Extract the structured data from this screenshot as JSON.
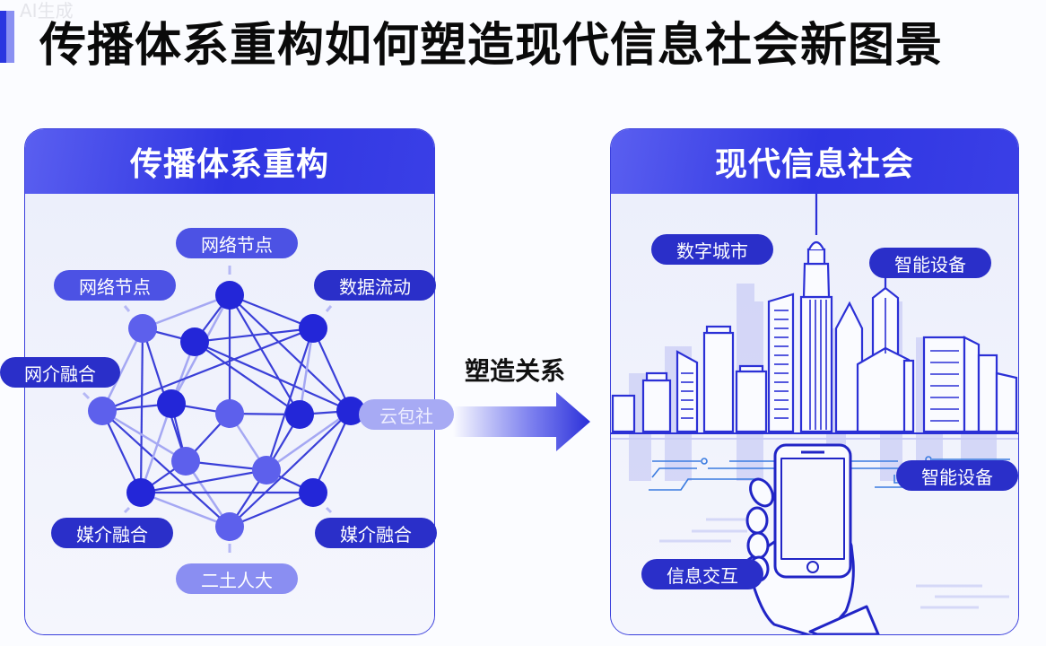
{
  "watermark": "AI生成",
  "title": "传播体系重构如何塑造现代信息社会新图景",
  "colors": {
    "accent": "#2f35e2",
    "dark_node": "#2326d8",
    "light_node": "#5d60ec",
    "line": "#3a3fd8"
  },
  "left_panel": {
    "header": "传播体系重构",
    "labels": {
      "top": "网络节点",
      "upper_left": "网络节点",
      "upper_right": "数据流动",
      "left": "网介融合",
      "right": "云包社",
      "lower_left": "媒介融合",
      "lower_right": "媒介融合",
      "bottom": "二土人大"
    }
  },
  "connector": {
    "label": "塑造关系",
    "icon": "right-arrow-icon"
  },
  "right_panel": {
    "header": "现代信息社会",
    "labels": {
      "city": "数字城市",
      "devices_top": "智能设备",
      "devices_bottom": "智能设备",
      "interaction": "信息交互"
    }
  }
}
